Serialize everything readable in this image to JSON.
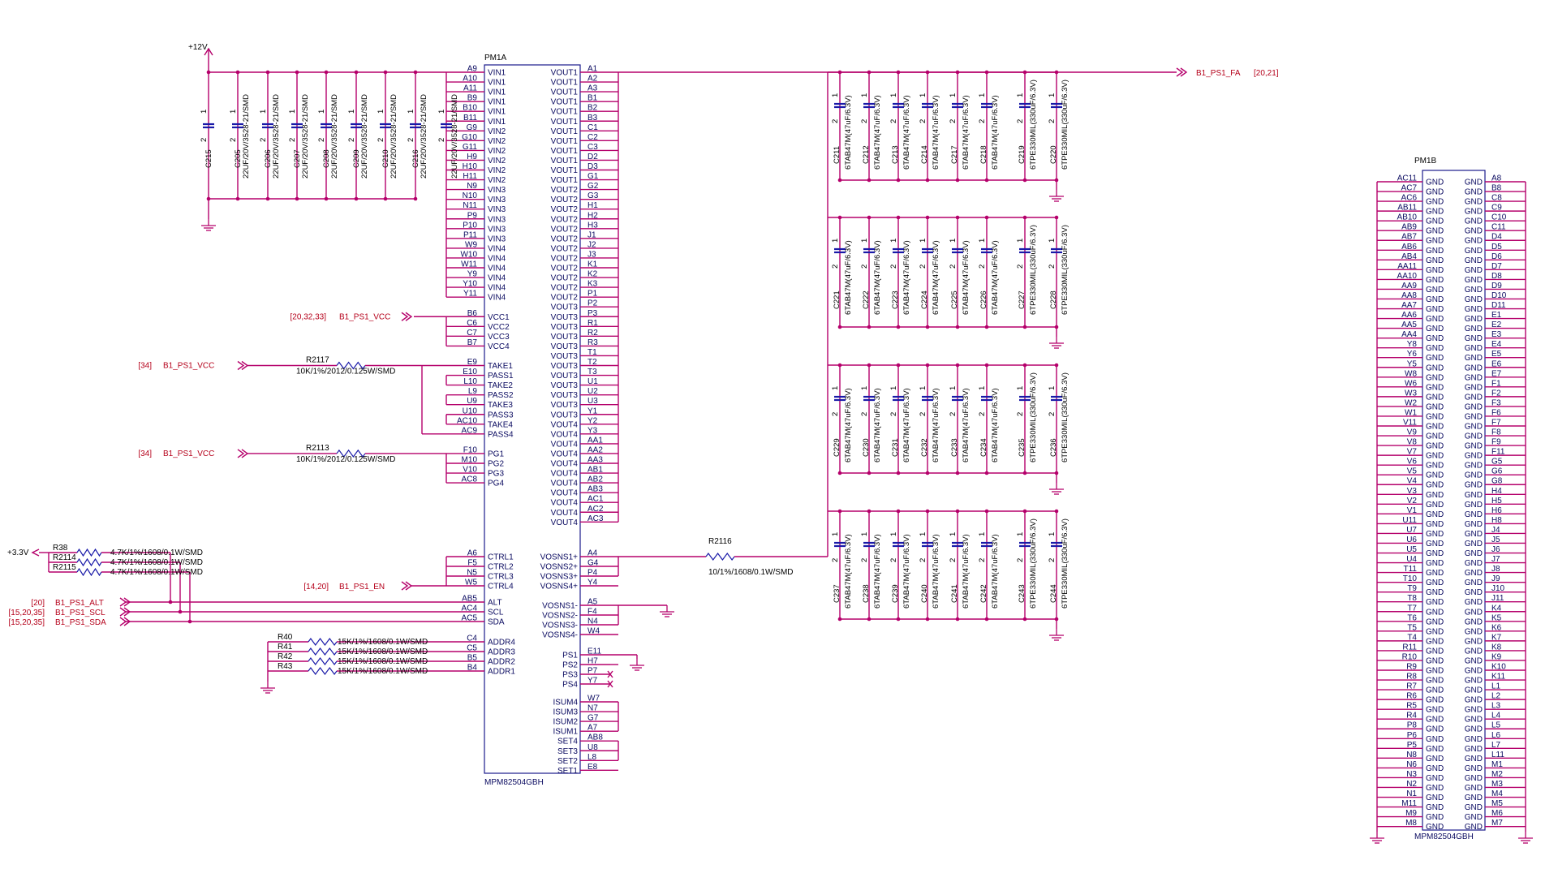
{
  "power_top": "+12V",
  "power_3v3": "+3.3V",
  "pm1a": {
    "ref": "PM1A",
    "part": "MPM82504GBH",
    "left_pins": [
      {
        "pin": "A9",
        "name": "VIN1"
      },
      {
        "pin": "A10",
        "name": "VIN1"
      },
      {
        "pin": "A11",
        "name": "VIN1"
      },
      {
        "pin": "B9",
        "name": "VIN1"
      },
      {
        "pin": "B10",
        "name": "VIN1"
      },
      {
        "pin": "B11",
        "name": "VIN1"
      },
      {
        "pin": "G9",
        "name": "VIN2"
      },
      {
        "pin": "G10",
        "name": "VIN2"
      },
      {
        "pin": "G11",
        "name": "VIN2"
      },
      {
        "pin": "H9",
        "name": "VIN2"
      },
      {
        "pin": "H10",
        "name": "VIN2"
      },
      {
        "pin": "H11",
        "name": "VIN2"
      },
      {
        "pin": "N9",
        "name": "VIN3"
      },
      {
        "pin": "N10",
        "name": "VIN3"
      },
      {
        "pin": "N11",
        "name": "VIN3"
      },
      {
        "pin": "P9",
        "name": "VIN3"
      },
      {
        "pin": "P10",
        "name": "VIN3"
      },
      {
        "pin": "P11",
        "name": "VIN3"
      },
      {
        "pin": "W9",
        "name": "VIN4"
      },
      {
        "pin": "W10",
        "name": "VIN4"
      },
      {
        "pin": "W11",
        "name": "VIN4"
      },
      {
        "pin": "Y9",
        "name": "VIN4"
      },
      {
        "pin": "Y10",
        "name": "VIN4"
      },
      {
        "pin": "Y11",
        "name": "VIN4"
      },
      {
        "pin": "",
        "name": ""
      },
      {
        "pin": "B6",
        "name": "VCC1"
      },
      {
        "pin": "C6",
        "name": "VCC2"
      },
      {
        "pin": "C7",
        "name": "VCC3"
      },
      {
        "pin": "B7",
        "name": "VCC4"
      },
      {
        "pin": "",
        "name": ""
      },
      {
        "pin": "E9",
        "name": "TAKE1"
      },
      {
        "pin": "E10",
        "name": "PASS1"
      },
      {
        "pin": "L10",
        "name": "TAKE2"
      },
      {
        "pin": "L9",
        "name": "PASS2"
      },
      {
        "pin": "U9",
        "name": "TAKE3"
      },
      {
        "pin": "U10",
        "name": "PASS3"
      },
      {
        "pin": "AC10",
        "name": "TAKE4"
      },
      {
        "pin": "AC9",
        "name": "PASS4"
      },
      {
        "pin": "",
        "name": ""
      },
      {
        "pin": "F10",
        "name": "PG1"
      },
      {
        "pin": "M10",
        "name": "PG2"
      },
      {
        "pin": "V10",
        "name": "PG3"
      },
      {
        "pin": "AC8",
        "name": "PG4"
      }
    ],
    "ctrl_pins": [
      {
        "pin": "A6",
        "name": "CTRL1"
      },
      {
        "pin": "F5",
        "name": "CTRL2"
      },
      {
        "pin": "N5",
        "name": "CTRL3"
      },
      {
        "pin": "W5",
        "name": "CTRL4"
      }
    ],
    "bus_pins": [
      {
        "pin": "AB5",
        "name": "ALT"
      },
      {
        "pin": "AC4",
        "name": "SCL"
      },
      {
        "pin": "AC5",
        "name": "SDA"
      }
    ],
    "addr_pins": [
      {
        "pin": "C4",
        "name": "ADDR4"
      },
      {
        "pin": "C5",
        "name": "ADDR3"
      },
      {
        "pin": "B5",
        "name": "ADDR2"
      },
      {
        "pin": "B4",
        "name": "ADDR1"
      }
    ],
    "vout_pins": [
      {
        "pin": "A1",
        "name": "VOUT1"
      },
      {
        "pin": "A2",
        "name": "VOUT1"
      },
      {
        "pin": "A3",
        "name": "VOUT1"
      },
      {
        "pin": "B1",
        "name": "VOUT1"
      },
      {
        "pin": "B2",
        "name": "VOUT1"
      },
      {
        "pin": "B3",
        "name": "VOUT1"
      },
      {
        "pin": "C1",
        "name": "VOUT1"
      },
      {
        "pin": "C2",
        "name": "VOUT1"
      },
      {
        "pin": "C3",
        "name": "VOUT1"
      },
      {
        "pin": "D2",
        "name": "VOUT1"
      },
      {
        "pin": "D3",
        "name": "VOUT1"
      },
      {
        "pin": "G1",
        "name": "VOUT1"
      },
      {
        "pin": "G2",
        "name": "VOUT2"
      },
      {
        "pin": "G3",
        "name": "VOUT2"
      },
      {
        "pin": "H1",
        "name": "VOUT2"
      },
      {
        "pin": "H2",
        "name": "VOUT2"
      },
      {
        "pin": "H3",
        "name": "VOUT2"
      },
      {
        "pin": "J1",
        "name": "VOUT2"
      },
      {
        "pin": "J2",
        "name": "VOUT2"
      },
      {
        "pin": "J3",
        "name": "VOUT2"
      },
      {
        "pin": "K1",
        "name": "VOUT2"
      },
      {
        "pin": "K2",
        "name": "VOUT2"
      },
      {
        "pin": "K3",
        "name": "VOUT2"
      },
      {
        "pin": "P1",
        "name": "VOUT2"
      },
      {
        "pin": "P2",
        "name": "VOUT3"
      },
      {
        "pin": "P3",
        "name": "VOUT3"
      },
      {
        "pin": "R1",
        "name": "VOUT3"
      },
      {
        "pin": "R2",
        "name": "VOUT3"
      },
      {
        "pin": "R3",
        "name": "VOUT3"
      },
      {
        "pin": "T1",
        "name": "VOUT3"
      },
      {
        "pin": "T2",
        "name": "VOUT3"
      },
      {
        "pin": "T3",
        "name": "VOUT3"
      },
      {
        "pin": "U1",
        "name": "VOUT3"
      },
      {
        "pin": "U2",
        "name": "VOUT3"
      },
      {
        "pin": "U3",
        "name": "VOUT3"
      },
      {
        "pin": "Y1",
        "name": "VOUT3"
      },
      {
        "pin": "Y2",
        "name": "VOUT4"
      },
      {
        "pin": "Y3",
        "name": "VOUT4"
      },
      {
        "pin": "AA1",
        "name": "VOUT4"
      },
      {
        "pin": "AA2",
        "name": "VOUT4"
      },
      {
        "pin": "AA3",
        "name": "VOUT4"
      },
      {
        "pin": "AB1",
        "name": "VOUT4"
      },
      {
        "pin": "AB2",
        "name": "VOUT4"
      },
      {
        "pin": "AB3",
        "name": "VOUT4"
      },
      {
        "pin": "AC1",
        "name": "VOUT4"
      },
      {
        "pin": "AC2",
        "name": "VOUT4"
      },
      {
        "pin": "AC3",
        "name": "VOUT4"
      }
    ],
    "vosns_pins": [
      {
        "pin": "A4",
        "name": "VOSNS1+"
      },
      {
        "pin": "G4",
        "name": "VOSNS2+"
      },
      {
        "pin": "P4",
        "name": "VOSNS3+"
      },
      {
        "pin": "Y4",
        "name": "VOSNS4+"
      }
    ],
    "vosnsm_pins": [
      {
        "pin": "A5",
        "name": "VOSNS1-"
      },
      {
        "pin": "F4",
        "name": "VOSNS2-"
      },
      {
        "pin": "N4",
        "name": "VOSNS3-"
      },
      {
        "pin": "W4",
        "name": "VOSNS4-"
      }
    ],
    "ps_pins": [
      {
        "pin": "E11",
        "name": "PS1"
      },
      {
        "pin": "H7",
        "name": "PS2"
      },
      {
        "pin": "P7",
        "name": "PS3"
      },
      {
        "pin": "Y7",
        "name": "PS4"
      }
    ],
    "isum_pins": [
      {
        "pin": "W7",
        "name": "ISUM4"
      },
      {
        "pin": "N7",
        "name": "ISUM3"
      },
      {
        "pin": "G7",
        "name": "ISUM2"
      },
      {
        "pin": "A7",
        "name": "ISUM1"
      },
      {
        "pin": "AB8",
        "name": "SET4"
      },
      {
        "pin": "U8",
        "name": "SET3"
      },
      {
        "pin": "L8",
        "name": "SET2"
      },
      {
        "pin": "E8",
        "name": "SET1"
      }
    ]
  },
  "input_caps": [
    {
      "ref": "C215",
      "value": ""
    },
    {
      "ref": "C205",
      "value": "22UF/20V/3528-21/SMD"
    },
    {
      "ref": "C206",
      "value": "22UF/20V/3528-21/SMD"
    },
    {
      "ref": "C207",
      "value": "22UF/20V/3528-21/SMD"
    },
    {
      "ref": "C208",
      "value": "22UF/20V/3528-21/SMD"
    },
    {
      "ref": "C209",
      "value": "22UF/20V/3528-21/SMD"
    },
    {
      "ref": "C210",
      "value": "22UF/20V/3528-21/SMD"
    },
    {
      "ref": "C216",
      "value": "22UF/20V/3528-21/SMD"
    },
    {
      "ref": "",
      "value": "22UF/20V/3528-21/SMD"
    }
  ],
  "output_banks": [
    {
      "caps": [
        {
          "ref": "C211",
          "value": "6TAB47M(47uF/6.3V)"
        },
        {
          "ref": "C212",
          "value": "6TAB47M(47uF/6.3V)"
        },
        {
          "ref": "C213",
          "value": "6TAB47M(47uF/6.3V)"
        },
        {
          "ref": "C214",
          "value": "6TAB47M(47uF/6.3V)"
        },
        {
          "ref": "C217",
          "value": "6TAB47M(47uF/6.3V)"
        },
        {
          "ref": "C218",
          "value": "6TAB47M(47uF/6.3V)"
        },
        {
          "ref": "C219",
          "value": "6TPE330MIL(330uF/6.3V)"
        },
        {
          "ref": "C220",
          "value": "6TPE330MIL(330uF/6.3V)"
        }
      ]
    },
    {
      "caps": [
        {
          "ref": "C221",
          "value": "6TAB47M(47uF/6.3V)"
        },
        {
          "ref": "C222",
          "value": "6TAB47M(47uF/6.3V)"
        },
        {
          "ref": "C223",
          "value": "6TAB47M(47uF/6.3V)"
        },
        {
          "ref": "C224",
          "value": "6TAB47M(47uF/6.3V)"
        },
        {
          "ref": "C225",
          "value": "6TAB47M(47uF/6.3V)"
        },
        {
          "ref": "C226",
          "value": "6TAB47M(47uF/6.3V)"
        },
        {
          "ref": "C227",
          "value": "6TPE330MIL(330uF/6.3V)"
        },
        {
          "ref": "C228",
          "value": "6TPE330MIL(330uF/6.3V)"
        }
      ]
    },
    {
      "caps": [
        {
          "ref": "C229",
          "value": "6TAB47M(47uF/6.3V)"
        },
        {
          "ref": "C230",
          "value": "6TAB47M(47uF/6.3V)"
        },
        {
          "ref": "C231",
          "value": "6TAB47M(47uF/6.3V)"
        },
        {
          "ref": "C232",
          "value": "6TAB47M(47uF/6.3V)"
        },
        {
          "ref": "C233",
          "value": "6TAB47M(47uF/6.3V)"
        },
        {
          "ref": "C234",
          "value": "6TAB47M(47uF/6.3V)"
        },
        {
          "ref": "C235",
          "value": "6TPE330MIL(330uF/6.3V)"
        },
        {
          "ref": "C236",
          "value": "6TPE330MIL(330uF/6.3V)"
        }
      ]
    },
    {
      "caps": [
        {
          "ref": "C237",
          "value": "6TAB47M(47uF/6.3V)"
        },
        {
          "ref": "C238",
          "value": "6TAB47M(47uF/6.3V)"
        },
        {
          "ref": "C239",
          "value": "6TAB47M(47uF/6.3V)"
        },
        {
          "ref": "C240",
          "value": "6TAB47M(47uF/6.3V)"
        },
        {
          "ref": "C241",
          "value": "6TAB47M(47uF/6.3V)"
        },
        {
          "ref": "C242",
          "value": "6TAB47M(47uF/6.3V)"
        },
        {
          "ref": "C243",
          "value": "6TPE330MIL(330uF/6.3V)"
        },
        {
          "ref": "C244",
          "value": "6TPE330MIL(330uF/6.3V)"
        }
      ]
    }
  ],
  "cap_pin_labels": {
    "top": "1",
    "bottom": "2"
  },
  "nets": {
    "out": {
      "name": "B1_PS1_FA",
      "ref": "[20,21]"
    },
    "vcc": {
      "name": "B1_PS1_VCC",
      "ref": "[20,32,33]"
    },
    "take": {
      "name": "B1_PS1_VCC",
      "ref": "[34]"
    },
    "pg": {
      "name": "B1_PS1_VCC",
      "ref": "[34]"
    },
    "en": {
      "name": "B1_PS1_EN",
      "ref": "[14,20]"
    },
    "alt": {
      "name": "B1_PS1_ALT",
      "ref": "[20]"
    },
    "scl": {
      "name": "B1_PS1_SCL",
      "ref": "[15,20,35]"
    },
    "sda": {
      "name": "B1_PS1_SDA",
      "ref": "[15,20,35]"
    }
  },
  "resistors": {
    "r2117": {
      "ref": "R2117",
      "value": "10K/1%/2012/0.125W/SMD"
    },
    "r2113": {
      "ref": "R2113",
      "value": "10K/1%/2012/0.125W/SMD"
    },
    "r2116": {
      "ref": "R2116",
      "value": "10/1%/1608/0.1W/SMD"
    },
    "pullups": [
      {
        "ref": "R38",
        "value": "4.7K/1%/1608/0.1W/SMD"
      },
      {
        "ref": "R2114",
        "value": "4.7K/1%/1608/0.1W/SMD"
      },
      {
        "ref": "R2115",
        "value": "4.7K/1%/1608/0.1W/SMD"
      }
    ],
    "addr": [
      {
        "ref": "R40",
        "value": "15K/1%/1608/0.1W/SMD"
      },
      {
        "ref": "R41",
        "value": "15K/1%/1608/0.1W/SMD"
      },
      {
        "ref": "R42",
        "value": "15K/1%/1608/0.1W/SMD"
      },
      {
        "ref": "R43",
        "value": "15K/1%/1608/0.1W/SMD"
      }
    ]
  },
  "pm1b": {
    "ref": "PM1B",
    "part": "MPM82504GBH",
    "pin_name": "GND",
    "left_pins": [
      "AC11",
      "AC7",
      "AC6",
      "AB11",
      "AB10",
      "AB9",
      "AB7",
      "AB6",
      "AB4",
      "AA11",
      "AA10",
      "AA9",
      "AA8",
      "AA7",
      "AA6",
      "AA5",
      "AA4",
      "Y8",
      "Y6",
      "Y5",
      "W8",
      "W6",
      "W3",
      "W2",
      "W1",
      "V11",
      "V9",
      "V8",
      "V7",
      "V6",
      "V5",
      "V4",
      "V3",
      "V2",
      "V1",
      "U11",
      "U7",
      "U6",
      "U5",
      "U4",
      "T11",
      "T10",
      "T9",
      "T8",
      "T7",
      "T6",
      "T5",
      "T4",
      "R11",
      "R10",
      "R9",
      "R8",
      "R7",
      "R6",
      "R5",
      "R4",
      "P8",
      "P6",
      "P5",
      "N8",
      "N6",
      "N3",
      "N2",
      "N1",
      "M11",
      "M9",
      "M8"
    ],
    "right_pins": [
      "A8",
      "B8",
      "C8",
      "C9",
      "C10",
      "C11",
      "D4",
      "D5",
      "D6",
      "D7",
      "D8",
      "D9",
      "D10",
      "D11",
      "E1",
      "E2",
      "E3",
      "E4",
      "E5",
      "E6",
      "E7",
      "F1",
      "F2",
      "F3",
      "F6",
      "F7",
      "F8",
      "F9",
      "F11",
      "G5",
      "G6",
      "G8",
      "H4",
      "H5",
      "H6",
      "H8",
      "J4",
      "J5",
      "J6",
      "J7",
      "J8",
      "J9",
      "J10",
      "J11",
      "K4",
      "K5",
      "K6",
      "K7",
      "K8",
      "K9",
      "K10",
      "K11",
      "L1",
      "L2",
      "L3",
      "L4",
      "L5",
      "L6",
      "L7",
      "L11",
      "M1",
      "M2",
      "M3",
      "M4",
      "M5",
      "M6",
      "M7"
    ]
  }
}
